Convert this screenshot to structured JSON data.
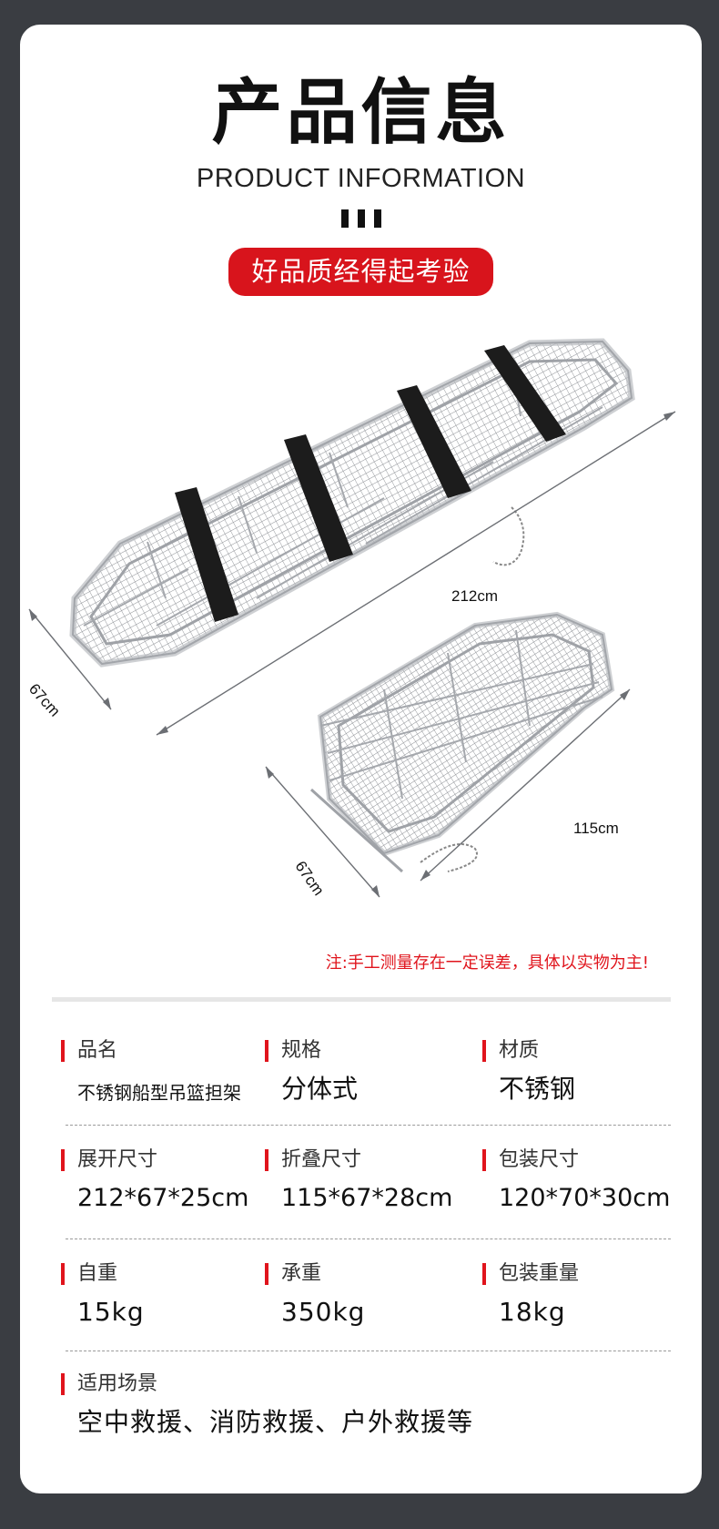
{
  "header": {
    "title": "产品信息",
    "subtitle": "PRODUCT INFORMATION",
    "badge": "好品质经得起考验"
  },
  "dimensions": {
    "expanded_length": "212cm",
    "expanded_width": "67cm",
    "folded_length": "115cm",
    "folded_width": "67cm"
  },
  "note": "注:手工测量存在一定误差，具体以实物为主!",
  "specs": [
    {
      "label": "品名",
      "value": "不锈钢船型吊篮担架"
    },
    {
      "label": "规格",
      "value": "分体式"
    },
    {
      "label": "材质",
      "value": "不锈钢"
    },
    {
      "label": "展开尺寸",
      "value": "212*67*25cm"
    },
    {
      "label": "折叠尺寸",
      "value": "115*67*28cm"
    },
    {
      "label": "包装尺寸",
      "value": "120*70*30cm"
    },
    {
      "label": "自重",
      "value": "15kg"
    },
    {
      "label": "承重",
      "value": "350kg"
    },
    {
      "label": "包装重量",
      "value": "18kg"
    },
    {
      "label": "适用场景",
      "value": "空中救援、消防救援、户外救援等"
    }
  ],
  "colors": {
    "accent": "#d8141c",
    "frame": "#3a3d42"
  }
}
